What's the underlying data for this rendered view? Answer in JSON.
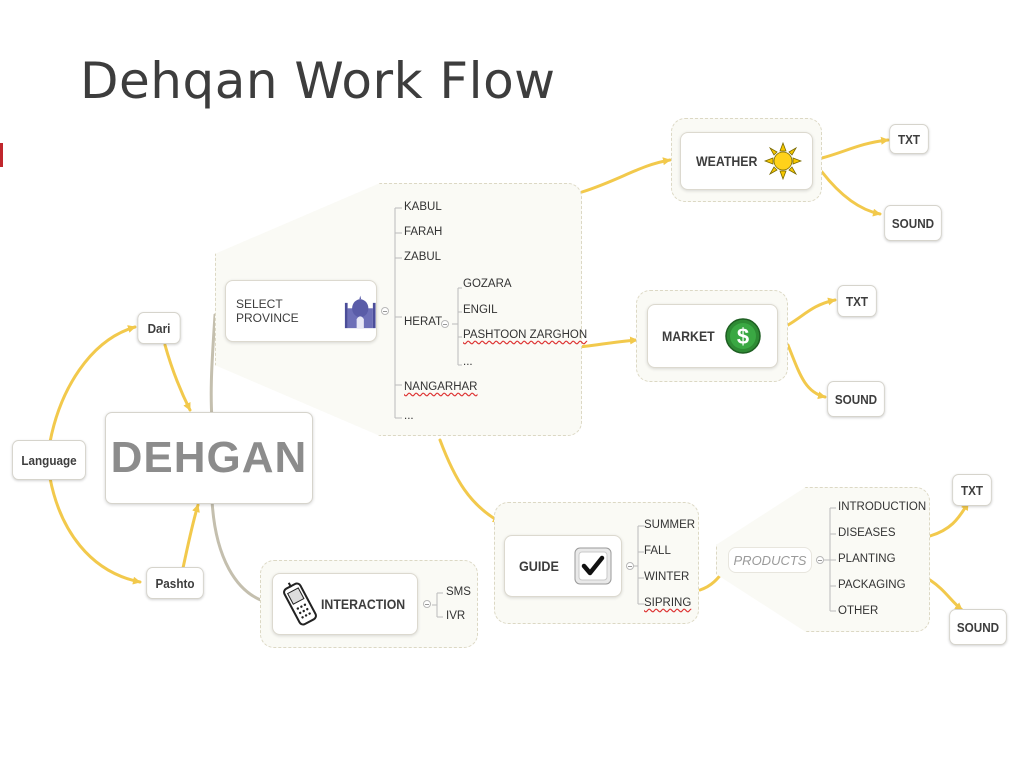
{
  "slide": {
    "title": "Dehqan Work Flow",
    "accent_color": "#c0262c"
  },
  "colors": {
    "connector": "#f2c94c",
    "interaction_connector": "#c4bfae",
    "frame_border": "#dcd8c4"
  },
  "nodes": {
    "language": "Language",
    "dari": "Dari",
    "pashto": "Pashto",
    "dehgan": "DEHGAN",
    "select_province": "SELECT PROVINCE",
    "weather": "WEATHER",
    "market": "MARKET",
    "guide": "GUIDE",
    "interaction": "INTERACTION",
    "products": "PRODUCTS",
    "weather_txt": "TXT",
    "weather_sound": "SOUND",
    "market_txt": "TXT",
    "market_sound": "SOUND",
    "products_txt": "TXT",
    "products_sound": "SOUND"
  },
  "provinces": [
    "KABUL",
    "FARAH",
    "ZABUL",
    "HERAT",
    "NANGARHAR",
    "..."
  ],
  "herat_districts": [
    "GOZARA",
    "ENGIL",
    "PASHTOON ZARGHON",
    "..."
  ],
  "seasons": [
    "SUMMER",
    "FALL",
    "WINTER",
    "SIPRING"
  ],
  "product_topics": [
    "INTRODUCTION",
    "DISEASES",
    "PLANTING",
    "PACKAGING",
    "OTHER"
  ],
  "interaction_channels": [
    "SMS",
    "IVR"
  ],
  "icons": {
    "province": "mosque-icon",
    "weather": "sun-icon",
    "market": "dollar-coin-icon",
    "guide": "checkbox-icon",
    "interaction": "mobile-phone-icon"
  }
}
